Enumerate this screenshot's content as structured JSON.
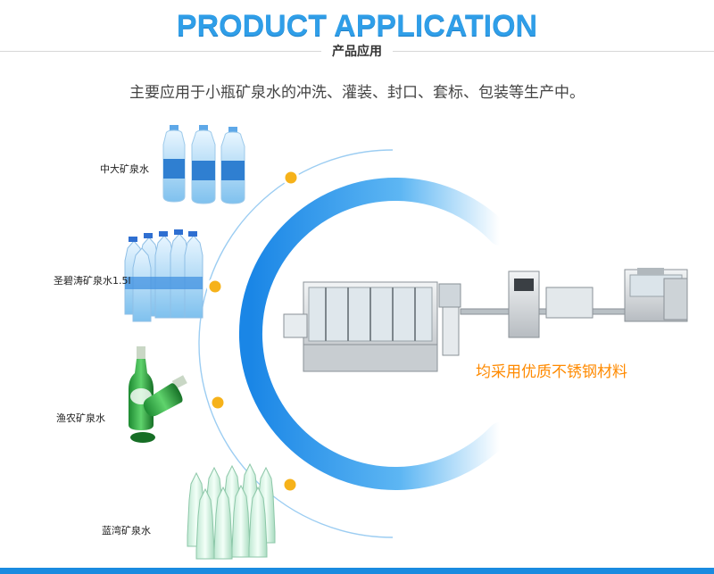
{
  "header": {
    "title": "PRODUCT APPLICATION",
    "subtitle": "产品应用",
    "description": "主要应用于小瓶矿泉水的冲洗、灌装、封口、套标、包装等生产中。"
  },
  "products": [
    {
      "name": "中大矿泉水",
      "icon": "water-bottles-3-icon"
    },
    {
      "name": "圣碧涛矿泉水1.5l",
      "icon": "water-bottles-6-icon"
    },
    {
      "name": "渔农矿泉水",
      "icon": "green-glass-bottles-icon"
    },
    {
      "name": "蓝湾矿泉水",
      "icon": "clear-glass-bottles-icon"
    }
  ],
  "machine": {
    "tagline": "均采用优质不锈钢材料",
    "icon": "filling-production-line-icon"
  },
  "colors": {
    "accent": "#2f9ee8",
    "dot": "#f6b21a",
    "tagline": "#ff8a00"
  }
}
